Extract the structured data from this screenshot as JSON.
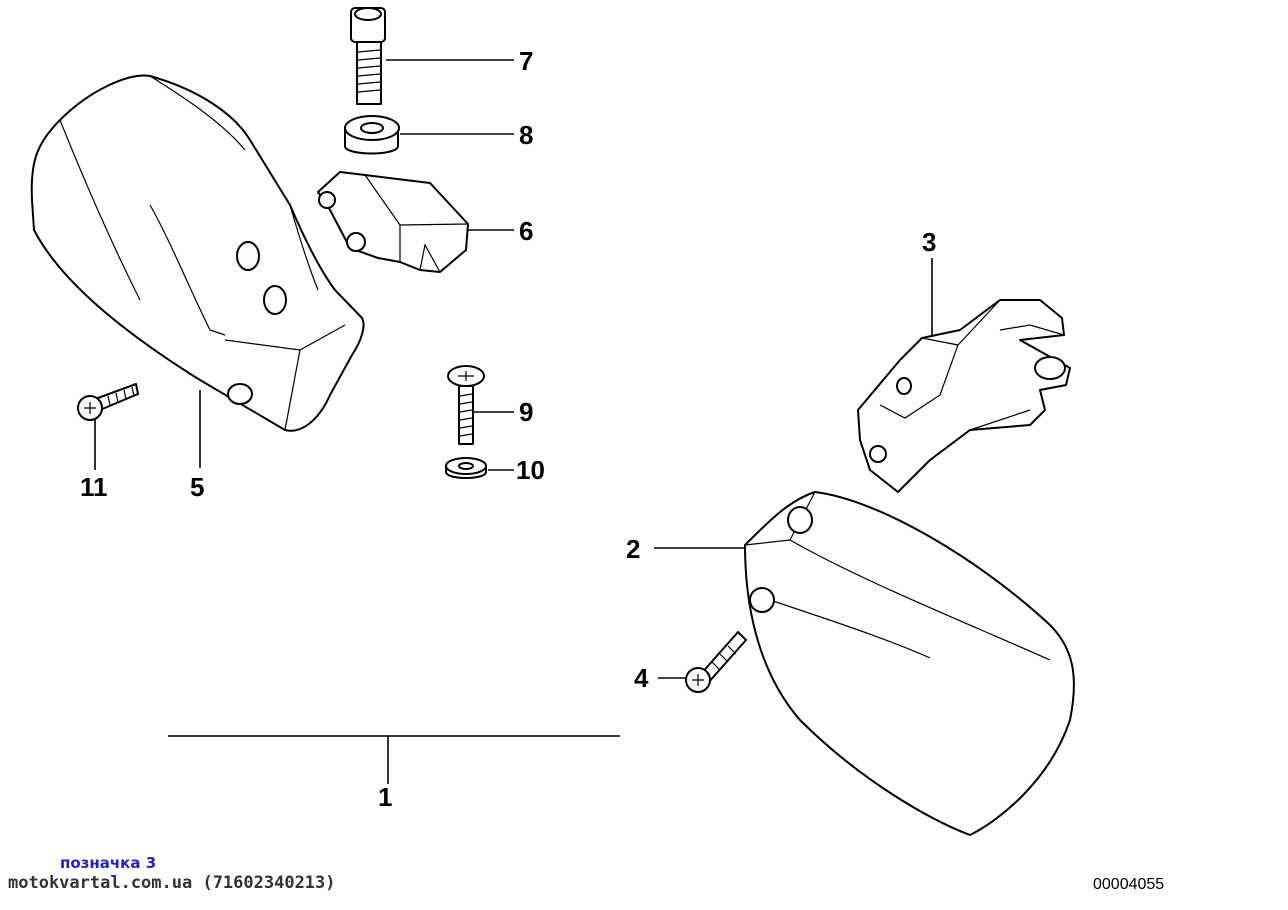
{
  "callouts": {
    "c1": "1",
    "c2": "2",
    "c3": "3",
    "c4": "4",
    "c5": "5",
    "c6": "6",
    "c7": "7",
    "c8": "8",
    "c9": "9",
    "c10": "10",
    "c11": "11"
  },
  "footer": {
    "note": "позначка 3",
    "watermark": "motokvartal.com.ua (71602340213)",
    "diagram_id": "00004055"
  }
}
